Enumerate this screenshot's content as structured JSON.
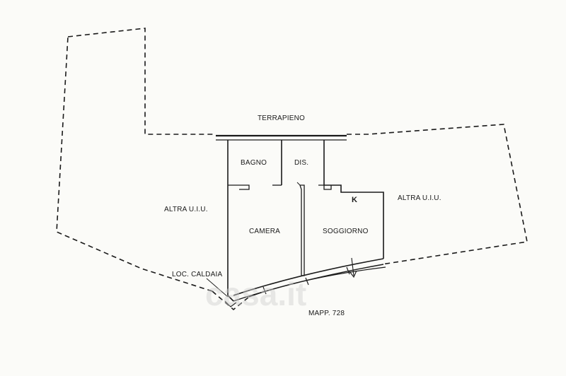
{
  "labels": {
    "terrapieno": "TERRAPIENO",
    "bagno": "BAGNO",
    "dis": "DIS.",
    "camera": "CAMERA",
    "soggiorno": "SOGGIORNO",
    "kitchen_mark": "K",
    "altra_uiu_left": "ALTRA U.I.U.",
    "altra_uiu_right": "ALTRA U.I.U.",
    "loc_caldaia": "LOC. CALDAIA",
    "mapp": "MAPP. 728"
  },
  "watermark": {
    "text": "casa.it"
  },
  "colors": {
    "line": "#1a1a1a",
    "paper": "#fbfbf8",
    "watermark": "#cfcfcf"
  }
}
